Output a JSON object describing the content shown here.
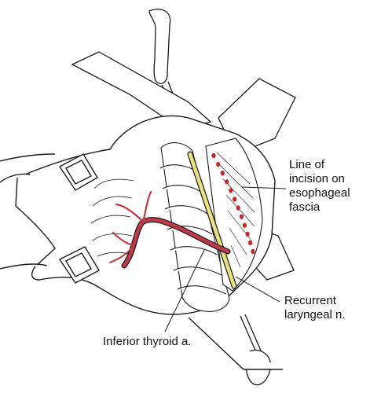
{
  "labels": {
    "incision": [
      "Line of",
      "incision on",
      "esophageal",
      "fascia"
    ],
    "nerve": [
      "Recurrent",
      "laryngeal n."
    ],
    "artery": "Inferior thyroid a."
  },
  "colors": {
    "ink": "#1a1a1a",
    "artery": "#c0394b",
    "nerve": "#e8e37a",
    "incision_marks": "#c1272d"
  }
}
